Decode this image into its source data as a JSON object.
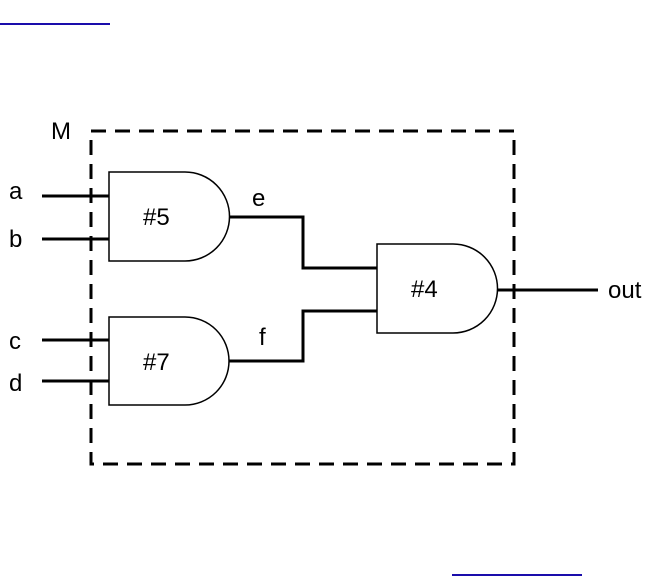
{
  "module": {
    "label": "M"
  },
  "inputs": {
    "a": "a",
    "b": "b",
    "c": "c",
    "d": "d"
  },
  "gates": {
    "g5": "#5",
    "g7": "#7",
    "g4": "#4"
  },
  "wires": {
    "e": "e",
    "f": "f"
  },
  "output": {
    "label": "out"
  },
  "colors": {
    "line": "#000000",
    "link": "#1a0dab"
  }
}
